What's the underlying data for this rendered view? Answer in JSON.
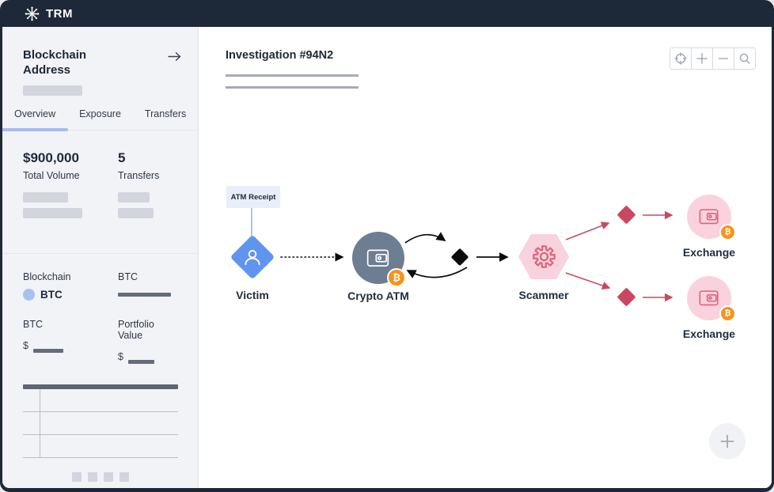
{
  "navbar": {
    "brand": "TRM"
  },
  "sidebar": {
    "title": "Blockchain Address",
    "tabs": [
      {
        "label": "Overview",
        "active": true
      },
      {
        "label": "Exposure",
        "active": false
      },
      {
        "label": "Transfers",
        "active": false
      }
    ],
    "stats": [
      {
        "value": "$900,000",
        "label": "Total Volume"
      },
      {
        "value": "5",
        "label": "Transfers"
      }
    ],
    "chain": {
      "blockchain_label": "Blockchain",
      "blockchain_value": "BTC",
      "asset_label": "BTC",
      "balance_label": "BTC",
      "portfolio_label": "Portfolio Value",
      "currency_symbol": "$"
    }
  },
  "canvas": {
    "title": "Investigation #94N2",
    "toolbar": {
      "buttons": [
        "crosshair",
        "zoom-in",
        "zoom-out",
        "search"
      ]
    },
    "annotation": "ATM Receipt",
    "nodes": [
      {
        "id": "victim",
        "label": "Victim",
        "shape": "diamond",
        "color": "#6095ef"
      },
      {
        "id": "crypto-atm",
        "label": "Crypto ATM",
        "shape": "circle",
        "color": "#6d7d92"
      },
      {
        "id": "scammer",
        "label": "Scammer",
        "shape": "hexagon",
        "color": "#f8d2dc"
      },
      {
        "id": "exchange-1",
        "label": "Exchange",
        "shape": "circle",
        "color": "#fad2dd"
      },
      {
        "id": "exchange-2",
        "label": "Exchange",
        "shape": "circle",
        "color": "#fad2dd"
      }
    ],
    "icons": {
      "bitcoin": "₿"
    }
  },
  "colors": {
    "navy": "#1d2938",
    "sidebar_bg": "#f2f3f6",
    "tab_underline": "#a9bbea",
    "victim_blue": "#6095ef",
    "atm_gray": "#6d7d92",
    "bitcoin_orange": "#f7941d",
    "scam_pink_fill": "#f8d2dc",
    "scam_red": "#c9485f",
    "black_edge": "#0c0c0c"
  }
}
